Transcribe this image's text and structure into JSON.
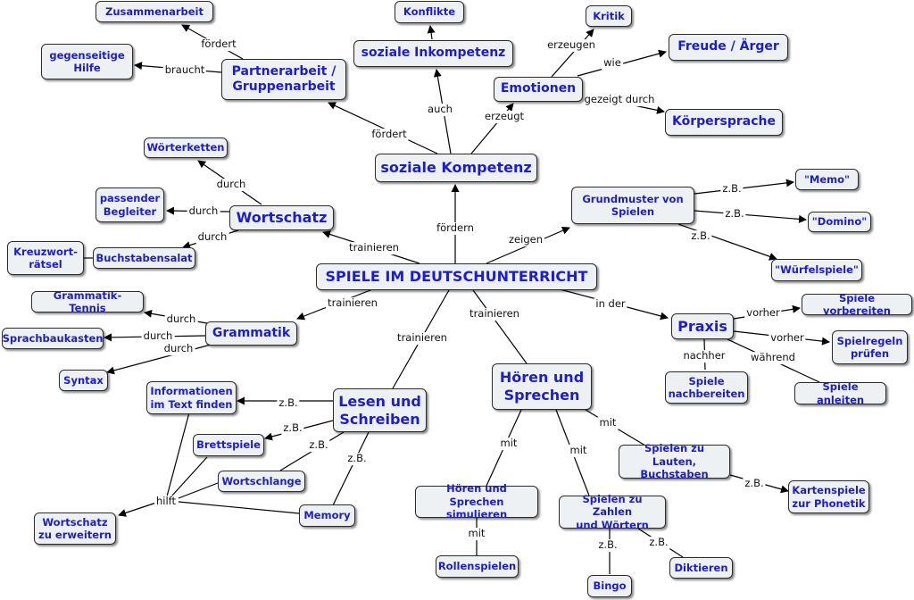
{
  "nodes": {
    "central": "SPIELE IM DEUTSCHUNTERRICHT",
    "soziale_kompetenz": "soziale Kompetenz",
    "partnerarbeit": "Partnerarbeit /\nGruppenarbeit",
    "zusammenarbeit": "Zusammenarbeit",
    "gegenseitige_hilfe": "gegenseitige\nHilfe",
    "soziale_inkompetenz": "soziale Inkompetenz",
    "konflikte": "Konflikte",
    "emotionen": "Emotionen",
    "kritik": "Kritik",
    "freude": "Freude / Ärger",
    "koerpersprache": "Körpersprache",
    "grundmuster": "Grundmuster von\nSpielen",
    "memo": "\"Memo\"",
    "domino": "\"Domino\"",
    "wuerfelspiele": "\"Würfelspiele\"",
    "wortschatz": "Wortschatz",
    "woerterketten": "Wörterketten",
    "passender_begleiter": "passender\nBegleiter",
    "buchstabensalat": "Buchstabensalat",
    "kreuzwortraetsel": "Kreuzwort-\nrätsel",
    "grammatik": "Grammatik",
    "grammatik_tennis": "Grammatik-Tennis",
    "sprachbaukasten": "Sprachbaukasten",
    "syntax": "Syntax",
    "praxis": "Praxis",
    "spiele_vorbereiten": "Spiele vorbereiten",
    "spielregeln_pruefen": "Spielregeln\nprüfen",
    "spiele_anleiten": "Spiele anleiten",
    "spiele_nachbereiten": "Spiele\nnachbereiten",
    "lesen_schreiben": "Lesen und\nSchreiben",
    "informationen": "Informationen\nim Text finden",
    "brettspiele": "Brettspiele",
    "wortschlange": "Wortschlange",
    "memory": "Memory",
    "wortschatz_erweitern": "Wortschatz\nzu erweitern",
    "hoeren_sprechen": "Hören und\nSprechen",
    "hoeren_simulieren": "Hören und Sprechen\nsimulieren",
    "rollenspielen": "Rollenspielen",
    "zahlen_woertern": "Spielen zu Zahlen\nund Wörtern",
    "bingo": "Bingo",
    "diktieren": "Diktieren",
    "lauten_buchstaben": "Spielen zu Lauten,\nBuchstaben",
    "kartenspiele": "Kartenspiele\nzur Phonetik"
  },
  "labels": {
    "foerdern": "fördern",
    "foerdert_sk": "fördert",
    "foerdert_zus": "fördert",
    "braucht": "braucht",
    "auch": "auch",
    "erzeugt": "erzeugt",
    "erzeugen": "erzeugen",
    "wie": "wie",
    "gezeigt_durch": "gezeigt durch",
    "zeigen": "zeigen",
    "zb_memo": "z.B.",
    "zb_domino": "z.B.",
    "zb_wuerfel": "z.B.",
    "trainieren_ws": "trainieren",
    "durch_wk": "durch",
    "durch_pb": "durch",
    "durch_bs": "durch",
    "trainieren_gr": "trainieren",
    "durch_gt": "durch",
    "durch_sb": "durch",
    "durch_syn": "durch",
    "in_der": "in der",
    "vorher_1": "vorher",
    "vorher_2": "vorher",
    "waehrend": "während",
    "nachher": "nachher",
    "trainieren_ls": "trainieren",
    "zb_info": "z.B.",
    "zb_brett": "z.B.",
    "zb_wschl": "z.B.",
    "zb_memory": "z.B.",
    "hilft": "hilft",
    "trainieren_hs": "trainieren",
    "mit_1": "mit",
    "mit_2": "mit",
    "mit_3": "mit",
    "mit_4": "mit",
    "zb_bingo": "z.B.",
    "zb_dikt": "z.B.",
    "zb_karten": "z.B."
  }
}
